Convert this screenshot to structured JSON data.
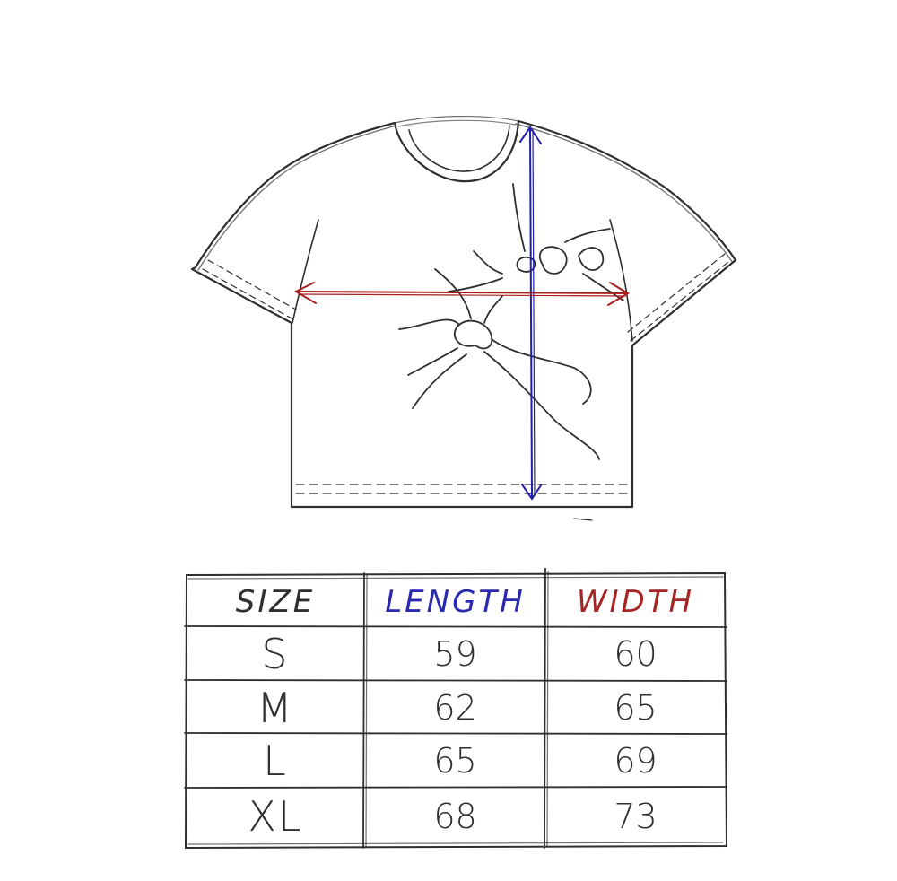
{
  "colors": {
    "ink": "#2f2f2f",
    "length_arrow": "#1f1fa8",
    "width_arrow": "#a81f1f",
    "length_header": "#2a2ab0",
    "width_header": "#a52525"
  },
  "measure_arrows": [
    {
      "name": "length",
      "color": "#1f1fa8",
      "orientation": "vertical"
    },
    {
      "name": "width",
      "color": "#a81f1f",
      "orientation": "horizontal"
    }
  ],
  "table": {
    "headers": [
      "SIZE",
      "LENGTH",
      "WIDTH"
    ],
    "rows": [
      {
        "size": "S",
        "length": "59",
        "width": "60"
      },
      {
        "size": "M",
        "length": "62",
        "width": "65"
      },
      {
        "size": "L",
        "length": "65",
        "width": "69"
      },
      {
        "size": "XL",
        "length": "68",
        "width": "73"
      }
    ]
  }
}
